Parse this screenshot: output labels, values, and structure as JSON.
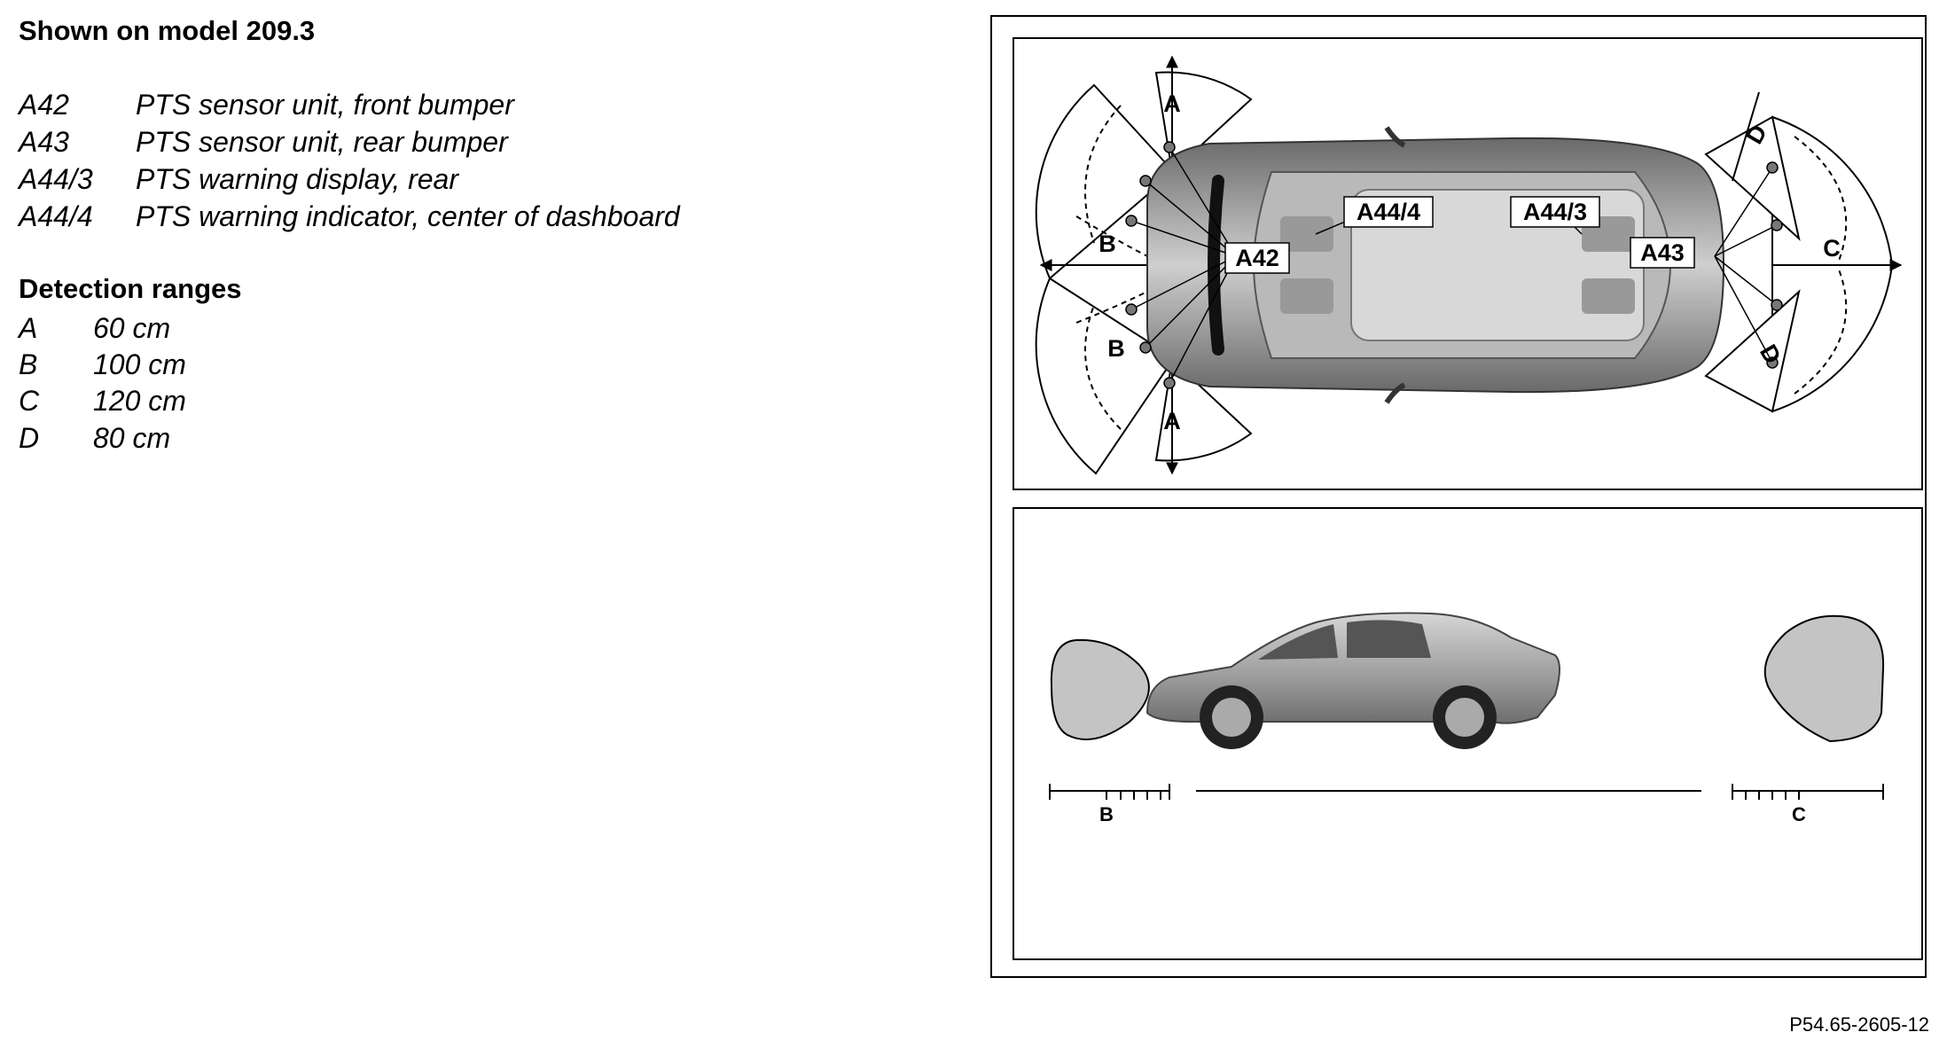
{
  "heading": "Shown on model 209.3",
  "components": [
    {
      "code": "A42",
      "description": "PTS sensor unit, front bumper"
    },
    {
      "code": "A43",
      "description": "PTS sensor unit, rear bumper"
    },
    {
      "code": "A44/3",
      "description": "PTS warning display, rear"
    },
    {
      "code": "A44/4",
      "description": "PTS warning indicator, center of dashboard"
    }
  ],
  "ranges_heading": "Detection ranges",
  "ranges": [
    {
      "zone": "A",
      "value": "60 cm"
    },
    {
      "zone": "B",
      "value": "100 cm"
    },
    {
      "zone": "C",
      "value": "120 cm"
    },
    {
      "zone": "D",
      "value": "80 cm"
    }
  ],
  "figure": {
    "top_view": {
      "zone_labels": {
        "a1": "A",
        "a2": "A",
        "b1": "B",
        "b2": "B",
        "c": "C",
        "d1": "D",
        "d2": "D"
      },
      "component_labels": {
        "a42": "A42",
        "a43": "A43",
        "a44_3": "A44/3",
        "a44_4": "A44/4"
      }
    },
    "side_view": {
      "zone_labels": {
        "b": "B",
        "c": "C"
      }
    },
    "reference": "P54.65-2605-12"
  }
}
